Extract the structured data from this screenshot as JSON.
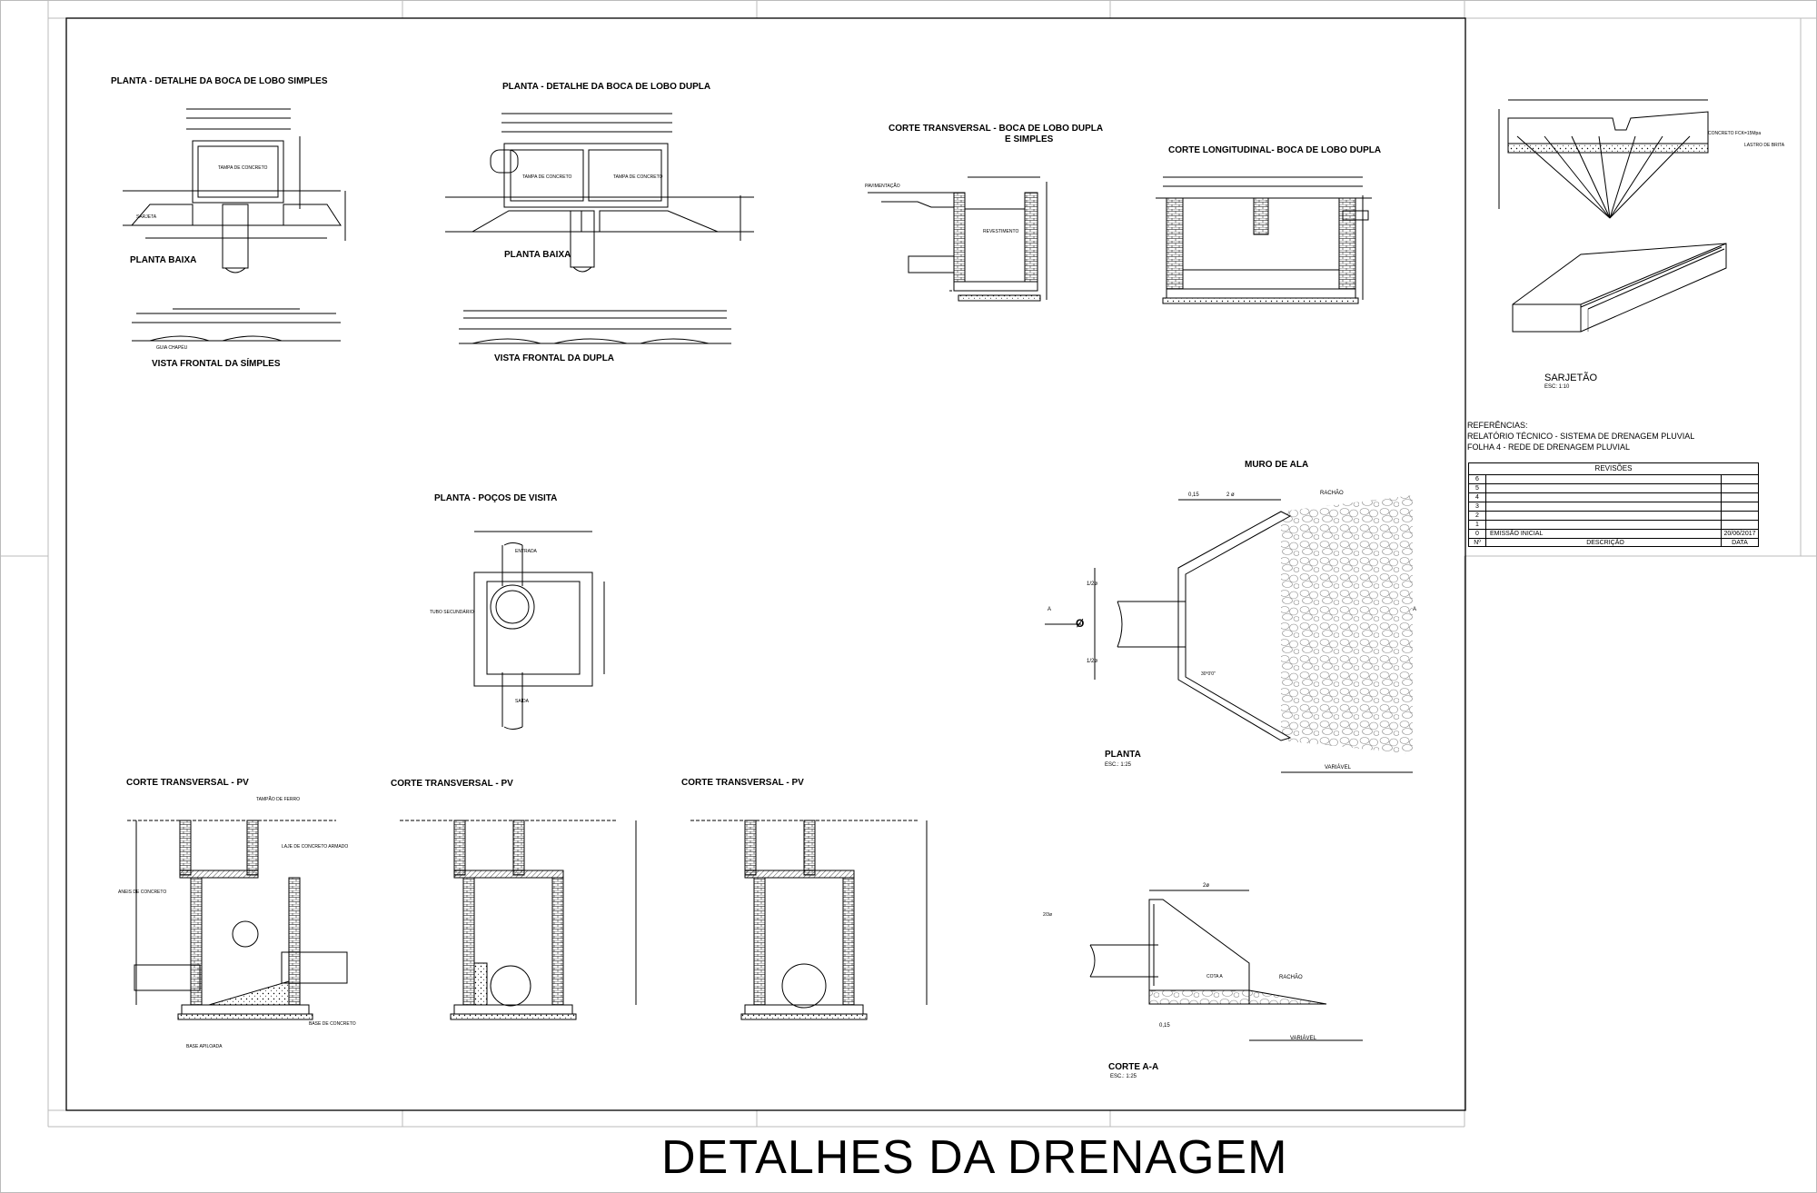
{
  "sheet_title": "DETALHES DA DRENAGEM",
  "titles": {
    "bl_simples": "PLANTA - DETALHE DA BOCA DE LOBO SIMPLES",
    "bl_dupla": "PLANTA - DETALHE DA BOCA DE LOBO DUPLA",
    "corte_transv_line1": "CORTE TRANSVERSAL - BOCA DE LOBO DUPLA",
    "corte_transv_line2": "E SIMPLES",
    "corte_long": "CORTE LONGITUDINAL- BOCA DE LOBO DUPLA",
    "planta_baixa_1": "PLANTA BAIXA",
    "planta_baixa_2": "PLANTA BAIXA",
    "vista_simples": "VISTA FRONTAL DA SÍMPLES",
    "vista_dupla": "VISTA FRONTAL DA DUPLA",
    "pocos": "PLANTA - POÇOS DE VISITA",
    "muro_ala": "MURO DE ALA",
    "pv1": "CORTE TRANSVERSAL - PV",
    "pv2": "CORTE TRANSVERSAL - PV",
    "pv3": "CORTE TRANSVERSAL - PV",
    "sarjetao": "SARJETÃO",
    "sarjetao_esc": "ESC: 1:10",
    "planta": "PLANTA",
    "planta_esc": "ESC.: 1:25",
    "corte_aa": "CORTE A-A",
    "corte_aa_esc": "ESC.: 1:25"
  },
  "muro_labels": {
    "rachao": "RACHÃO",
    "dim_015": "0,15",
    "dim_2phi": "2 ø",
    "dim_half1": "1/2ø",
    "dim_half2": "1/2ø",
    "phi": "Ø",
    "variavel": "VARIÁVEL",
    "angle": "30°0'0\"",
    "sec_a1": "A",
    "sec_a2": "A",
    "rachao2": "RACHÃO",
    "cota_a": "COTA A",
    "dim_015b": "0,15",
    "variavel2": "VARIÁVEL",
    "dim_2phi_b": "2ø",
    "dim_23": "2/3ø"
  },
  "small_labels": {
    "tampa1": "TAMPA DE CONCRETO",
    "tampa2": "TAMPA DE CONCRETO",
    "tampa3": "TAMPA DE CONCRETO",
    "sarjeta": "SARJETA",
    "pavimentacao": "PAVIMENTAÇÃO",
    "revestimento": "REVESTIMENTO",
    "tubo_sec": "TUBO SECUNDÁRIO",
    "entrada": "ENTRADA",
    "saida": "SAÍDA",
    "tampao": "TAMPÃO DE FERRO",
    "laje": "LAJE DE CONCRETO ARMADO",
    "anel": "ANEIS DE CONCRETO",
    "base": "BASE APILOADA",
    "base_conc": "BASE DE CONCRETO",
    "lastro": "LASTRO DE BRITA",
    "concreto_fck": "CONCRETO FCK=15Mpa",
    "guia": "GUIA CHAPÉU"
  },
  "references": {
    "heading": "REFERÊNCIAS:",
    "line1": "RELATÓRIO TÉCNICO - SISTEMA DE DRENAGEM PLUVIAL",
    "line2": "FOLHA 4 - REDE DE DRENAGEM PLUVIAL"
  },
  "revisions": {
    "title": "REVISÕES",
    "rows": [
      {
        "n": "6",
        "desc": "",
        "date": ""
      },
      {
        "n": "5",
        "desc": "",
        "date": ""
      },
      {
        "n": "4",
        "desc": "",
        "date": ""
      },
      {
        "n": "3",
        "desc": "",
        "date": ""
      },
      {
        "n": "2",
        "desc": "",
        "date": ""
      },
      {
        "n": "1",
        "desc": "",
        "date": ""
      },
      {
        "n": "0",
        "desc": "EMISSÃO INICIAL",
        "date": "20/06/2017"
      }
    ],
    "col_n": "Nº",
    "col_desc": "DESCRIÇÃO",
    "col_date": "DATA"
  }
}
